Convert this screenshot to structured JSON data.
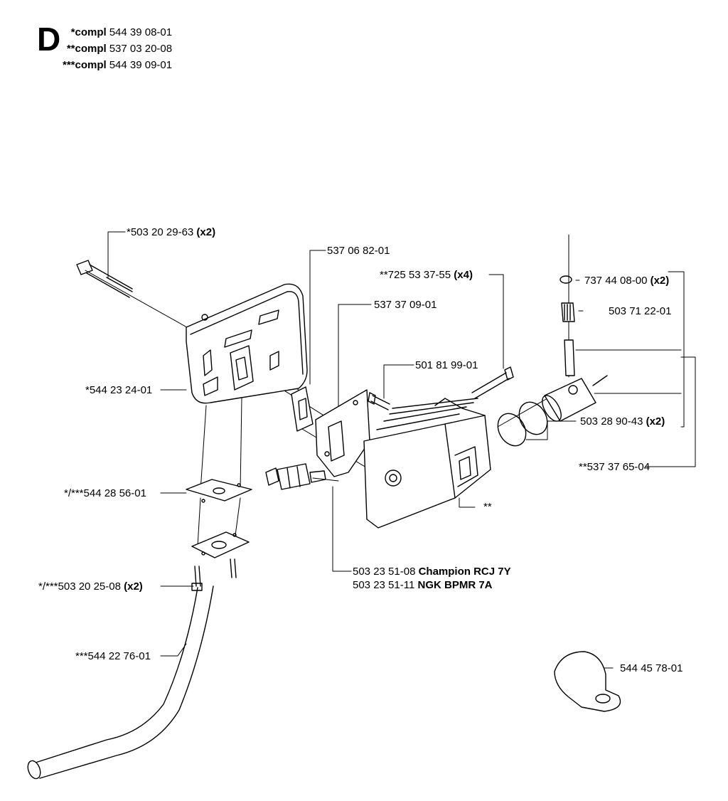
{
  "header": {
    "section": "D",
    "compl": [
      {
        "prefix": "*compl",
        "number": "544 39 08-01"
      },
      {
        "prefix": "**compl",
        "number": "537 03 20-08"
      },
      {
        "prefix": "***compl",
        "number": "544 39 09-01"
      }
    ]
  },
  "parts": {
    "bolt_muffler": {
      "number": "*503 20 29-63",
      "qty": "(x2)"
    },
    "gasket": {
      "number": "537 06 82-01"
    },
    "screw_cyl": {
      "number": "**725 53 37-55",
      "qty": "(x4)"
    },
    "retainer_clip": {
      "number": "737 44 08-00",
      "qty": "(x2)"
    },
    "plate": {
      "number": "537 37 09-01"
    },
    "needle_bearing": {
      "number": "503 71 22-01"
    },
    "screw_plate": {
      "number": "501 81 99-01"
    },
    "muffler": {
      "number": "*544 23 24-01"
    },
    "piston_ring": {
      "number": "503 28 90-43",
      "qty": "(x2)"
    },
    "piston_kit": {
      "number": "**537 37 65-04"
    },
    "cylinder_marker": {
      "number": "**"
    },
    "muffler_gasket": {
      "number": "*/***544 28 56-01"
    },
    "spark_plug_1": {
      "number": "503 23 51-08",
      "brand": "Champion RCJ 7Y"
    },
    "spark_plug_2": {
      "number": "503 23 51-11",
      "brand": "NGK BPMR 7A"
    },
    "bolt_pipe": {
      "number": "*/***503 20 25-08",
      "qty": "(x2)"
    },
    "exhaust_pipe": {
      "number": "***544 22 76-01"
    },
    "clamp": {
      "number": "544 45 78-01"
    }
  }
}
